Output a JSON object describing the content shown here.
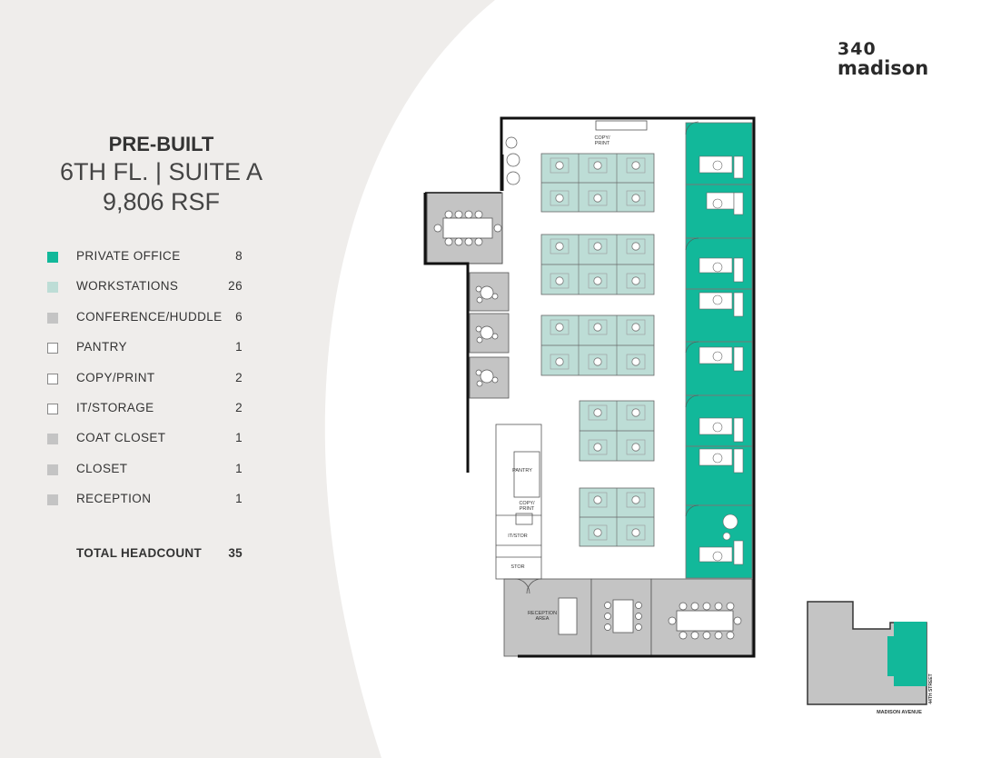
{
  "brand": {
    "line1": "340",
    "line2": "madison"
  },
  "titles": {
    "line1": "PRE-BUILT",
    "line2": "6TH FL. | SUITE A",
    "line3": "9,806 RSF"
  },
  "colors": {
    "private_office": "#12b89a",
    "workstation": "#bdddd6",
    "conference": "#c4c4c4",
    "outline": "#888888",
    "background_arc": "#efedeb"
  },
  "legend": [
    {
      "label": "PRIVATE OFFICE",
      "count": "8",
      "swatch": "private_office"
    },
    {
      "label": "WORKSTATIONS",
      "count": "26",
      "swatch": "workstation"
    },
    {
      "label": "CONFERENCE/HUDDLE",
      "count": "6",
      "swatch": "conference"
    },
    {
      "label": "PANTRY",
      "count": "1",
      "swatch": "outline"
    },
    {
      "label": "COPY/PRINT",
      "count": "2",
      "swatch": "outline"
    },
    {
      "label": "IT/STORAGE",
      "count": "2",
      "swatch": "outline"
    },
    {
      "label": "COAT CLOSET",
      "count": "1",
      "swatch": "conference"
    },
    {
      "label": "CLOSET",
      "count": "1",
      "swatch": "conference"
    },
    {
      "label": "RECEPTION",
      "count": "1",
      "swatch": "conference"
    }
  ],
  "total": {
    "label": "TOTAL HEADCOUNT",
    "value": "35"
  },
  "plan_labels": {
    "copy_print_top": [
      "COPY/",
      "PRINT"
    ],
    "pantry": "PANTRY",
    "copy_print_mid": [
      "COPY/",
      "PRINT"
    ],
    "it_stor": "IT/STOR",
    "stor": "STOR",
    "reception": [
      "RECEPTION",
      "AREA"
    ]
  },
  "keymap": {
    "street_bottom": "MADISON AVENUE",
    "street_side": "44TH STREET"
  }
}
